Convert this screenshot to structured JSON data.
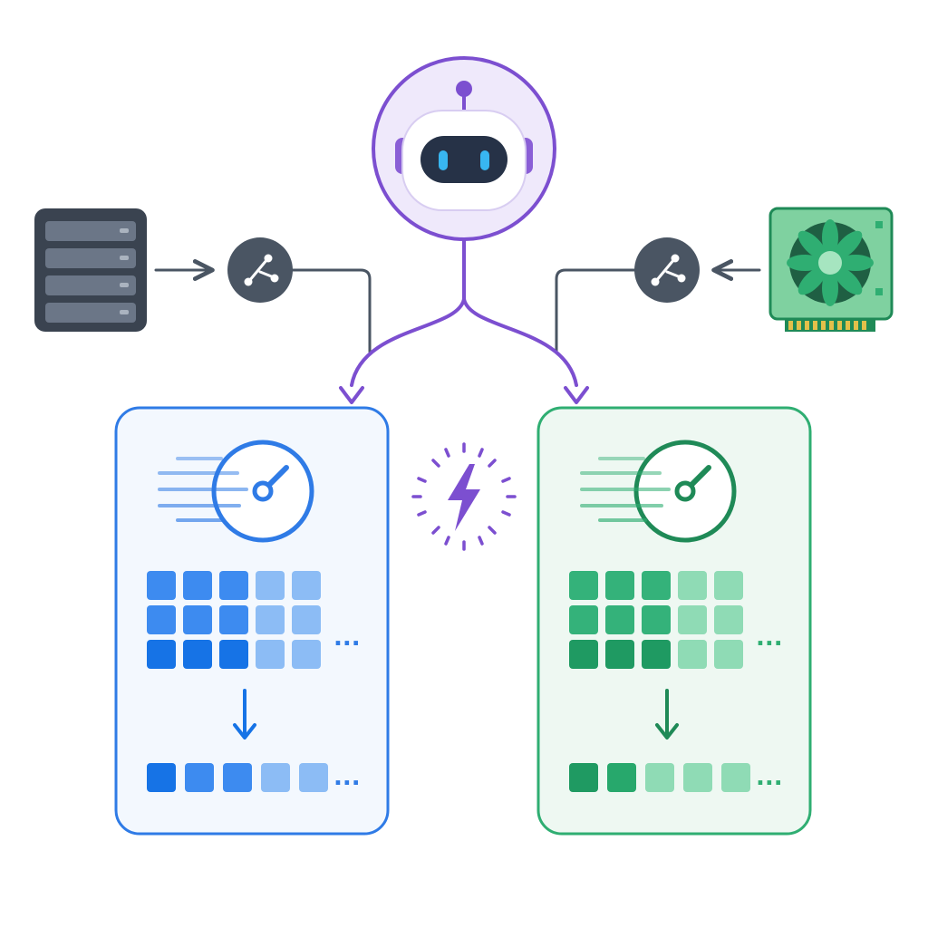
{
  "colors": {
    "background": "#ffffff",
    "purple": "#7c4fd0",
    "purple_light": "#efe9fb",
    "slate": "#4a5563",
    "slate_dark": "#3a4350",
    "blue": "#2f7be6",
    "blue_light": "#f3f8fe",
    "green": "#2fae72",
    "green_dark": "#1f8a57",
    "green_light": "#eef8f2"
  },
  "nodes": {
    "robot": {
      "icon": "robot-icon"
    },
    "server": {
      "icon": "server-rack-icon"
    },
    "gpu": {
      "icon": "gpu-card-icon"
    },
    "hub_left": {
      "icon": "network-hub-icon"
    },
    "hub_right": {
      "icon": "network-hub-icon"
    },
    "spark": {
      "icon": "lightning-bolt-icon"
    }
  },
  "panels": [
    {
      "id": "blue",
      "icon": "speedometer-icon",
      "grid_rows": 3,
      "grid_cols": 5,
      "output_cells": 5,
      "more_indicator": "..."
    },
    {
      "id": "green",
      "icon": "speedometer-icon",
      "grid_rows": 3,
      "grid_cols": 5,
      "output_cells": 5,
      "more_indicator": "..."
    }
  ]
}
